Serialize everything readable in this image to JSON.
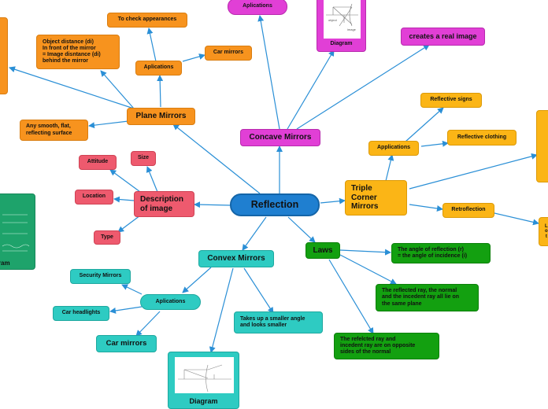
{
  "center": {
    "label": "Reflection"
  },
  "plane": {
    "label": "Plane Mirrors",
    "surface": "Any smooth, flat,\nreflecting surface",
    "object_distance": "Object distance (di)\nIn front of the mirror\n= Image disntance (di)\nbehind the mirror",
    "applications": "Aplications",
    "check": "To check appearances",
    "car": "Car mirrors"
  },
  "concave": {
    "label": "Concave Mirrors",
    "applications": "Aplications",
    "real_image": "creates a real image",
    "diagram_label": "Diagram",
    "diagram_text": [
      "object",
      "image"
    ]
  },
  "description": {
    "label": "Description\nof image",
    "attitude": "Attitude",
    "size": "Size",
    "location": "Location",
    "type": "Type"
  },
  "triple": {
    "label": "Triple\nCorner\nMirrors",
    "applications": "Applications",
    "signs": "Reflective signs",
    "clothing": "Reflective clothing",
    "retro": "Retroflection"
  },
  "convex": {
    "label": "Convex Mirrors",
    "applications": "Aplications",
    "security": "Security Mirrors",
    "headlights": "Car headlights",
    "car": "Car mirrors",
    "smaller": "Takes up a smaller angle\nand looks smaller",
    "diagram_label": "Diagram"
  },
  "laws": {
    "label": "Laws",
    "law1": "The angle of reflection (r)\n= the angle of incidence (i)",
    "law2": "The reflected ray, the normal\nand the incedent ray all lie on\nthe same plane",
    "law3": "The refelcted ray and\nincedent ray are on opposite\nsides of the normal"
  },
  "left_card": {
    "label": "gram"
  },
  "right_edge": {
    "label": "L\no\nt"
  },
  "colors": {
    "link": "#2a8fd6",
    "orange": "#f7931e",
    "gold": "#fbb516",
    "magenta": "#e13fd6",
    "red": "#ee5a6e",
    "green": "#13a010",
    "teal": "#2ecbc2",
    "blue": "#1f7fd0"
  }
}
